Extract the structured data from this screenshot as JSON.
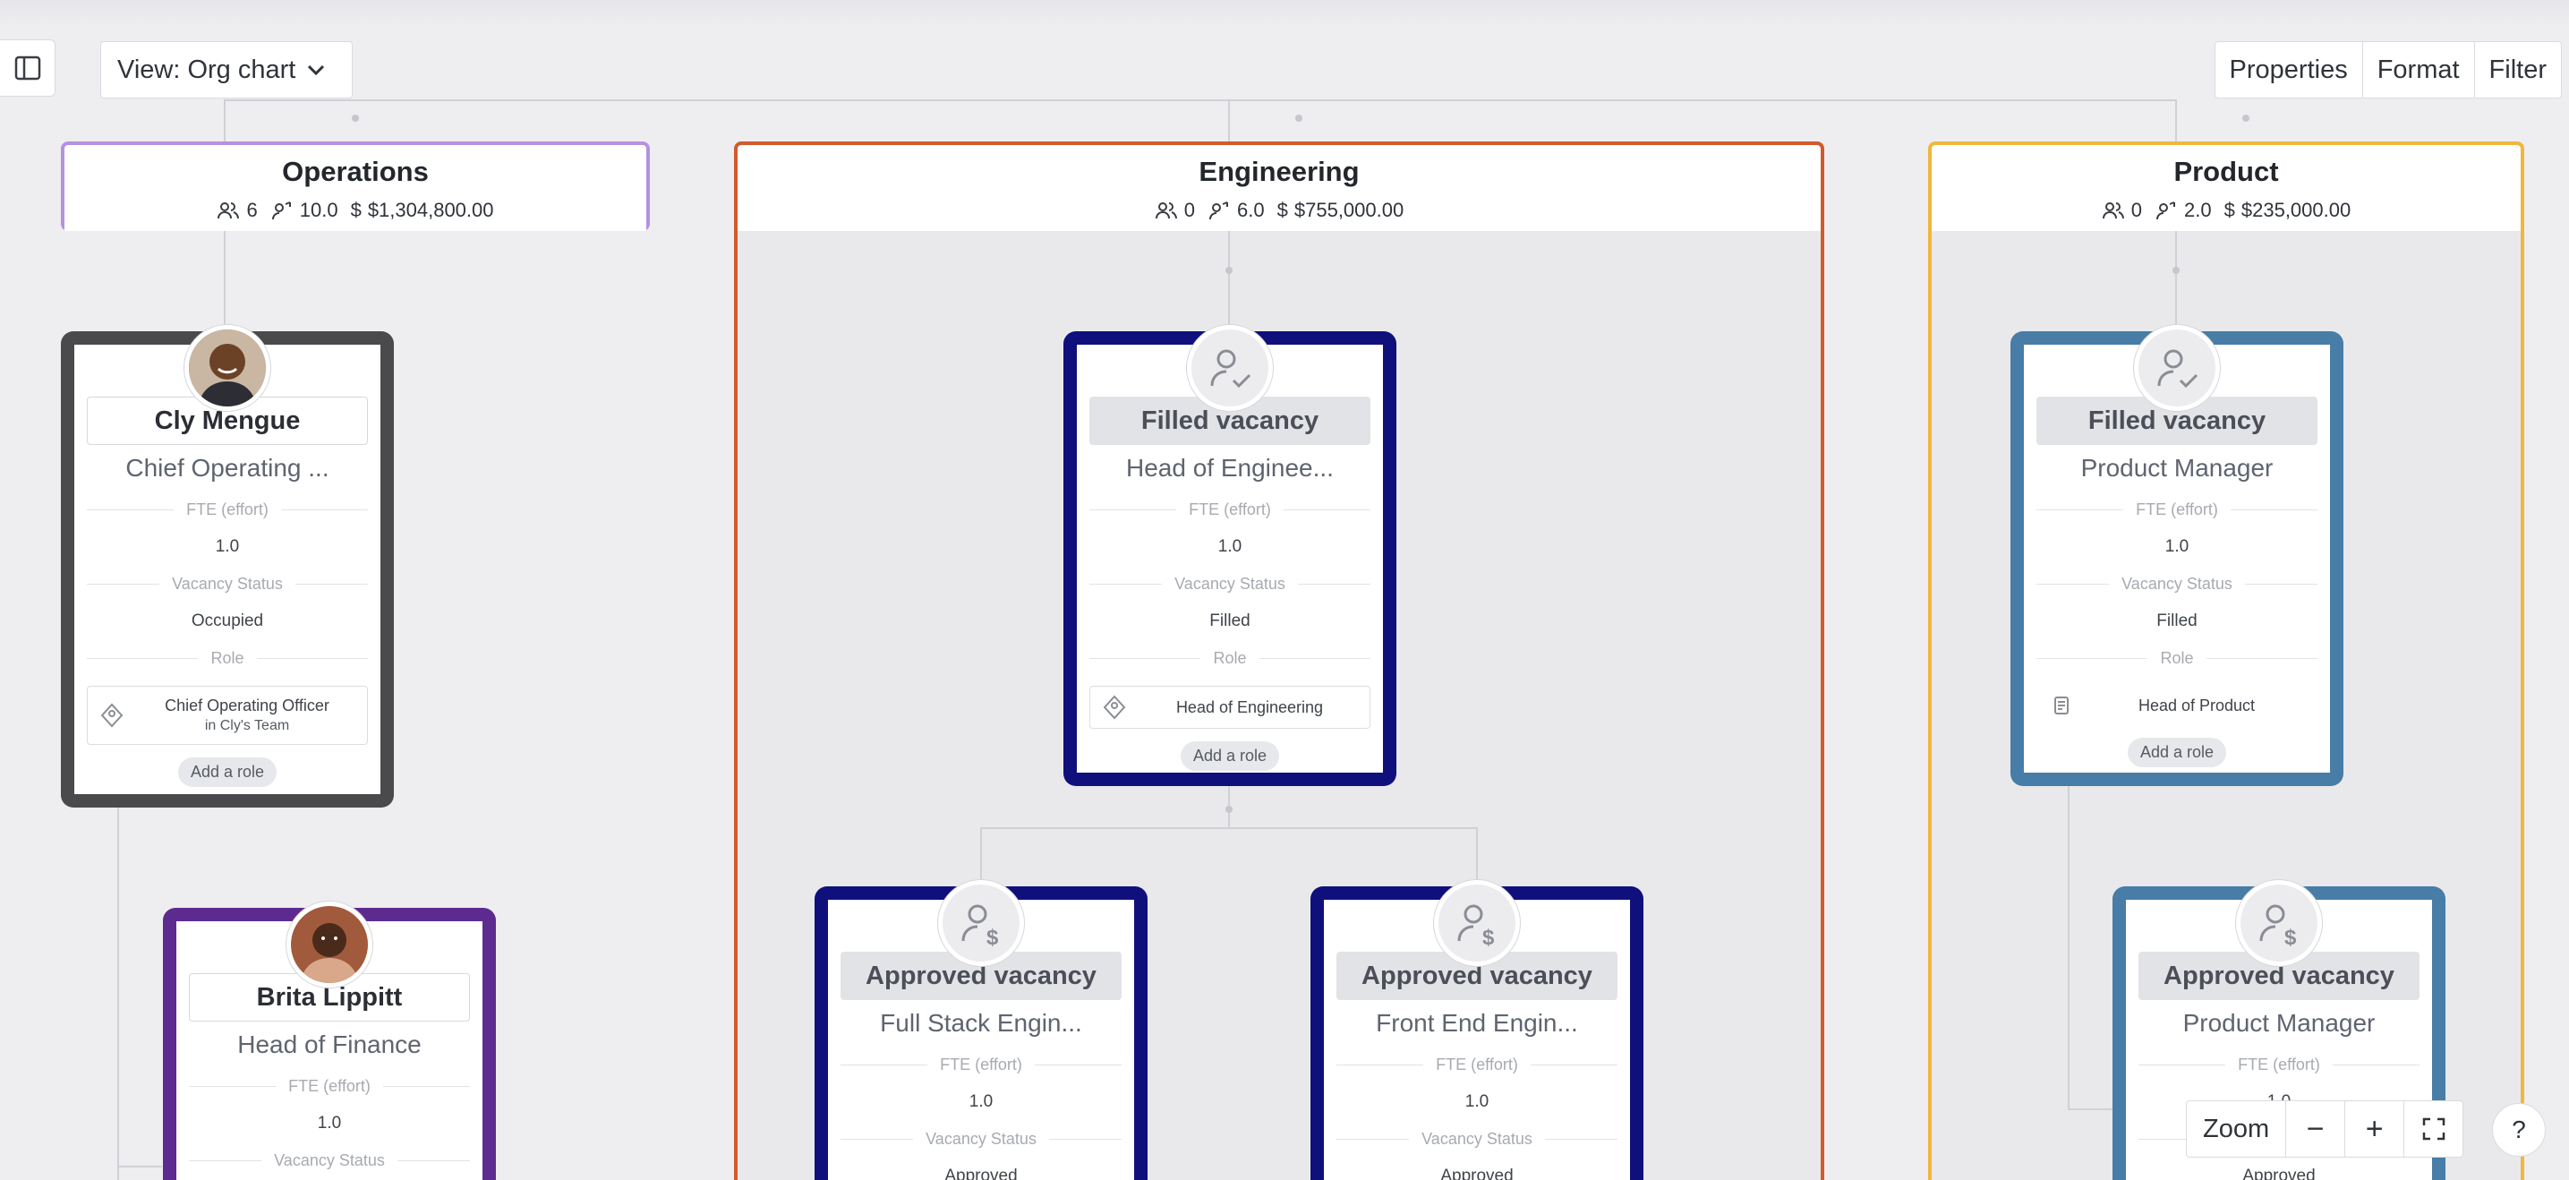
{
  "toolbar": {
    "view_label": "View: Org chart",
    "properties_label": "Properties",
    "format_label": "Format",
    "filter_label": "Filter"
  },
  "colors": {
    "operations": "#b592e0",
    "engineering": "#d35a2a",
    "product": "#f0b63d",
    "card_dark": "#4a4a4c",
    "card_purple": "#5d2b8f",
    "card_navy": "#10107d",
    "card_steel": "#477da6"
  },
  "groups": {
    "operations": {
      "title": "Operations",
      "people": "6",
      "fte": "10.0",
      "cost": "$1,304,800.00"
    },
    "engineering": {
      "title": "Engineering",
      "people": "0",
      "fte": "6.0",
      "cost": "$755,000.00"
    },
    "product": {
      "title": "Product",
      "people": "0",
      "fte": "2.0",
      "cost": "$235,000.00"
    }
  },
  "labels": {
    "fte": "FTE (effort)",
    "vacancy_status": "Vacancy Status",
    "role": "Role",
    "add_role": "Add a role"
  },
  "cards": {
    "cly": {
      "title": "Cly Mengue",
      "subtitle": "Chief Operating ...",
      "fte": "1.0",
      "status": "Occupied",
      "role": "Chief Operating Officer",
      "team": "in Cly's Team"
    },
    "brita": {
      "title": "Brita Lippitt",
      "subtitle": "Head of Finance",
      "fte": "1.0"
    },
    "head_eng": {
      "title": "Filled vacancy",
      "subtitle": "Head of Enginee...",
      "fte": "1.0",
      "status": "Filled",
      "role": "Head of Engineering"
    },
    "fullstack": {
      "title": "Approved vacancy",
      "subtitle": "Full Stack Engin...",
      "fte": "1.0",
      "status": "Approved"
    },
    "frontend": {
      "title": "Approved vacancy",
      "subtitle": "Front End Engin...",
      "fte": "1.0",
      "status": "Approved"
    },
    "pm_filled": {
      "title": "Filled vacancy",
      "subtitle": "Product Manager",
      "fte": "1.0",
      "status": "Filled",
      "role": "Head of Product"
    },
    "pm_approved": {
      "title": "Approved vacancy",
      "subtitle": "Product Manager",
      "fte": "1.0",
      "status": "Approved"
    }
  },
  "zoom": {
    "label": "Zoom",
    "minus": "−",
    "plus": "+"
  },
  "help": {
    "label": "?"
  }
}
